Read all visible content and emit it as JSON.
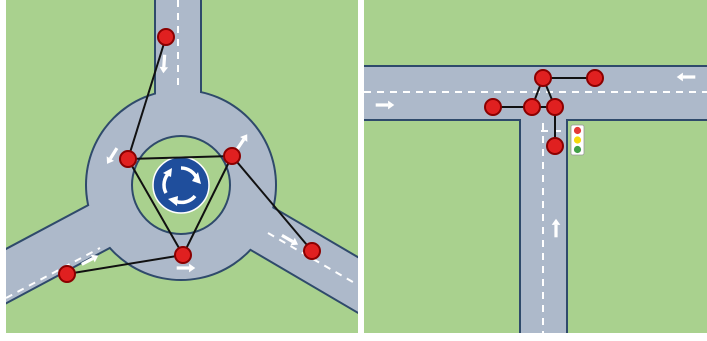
{
  "diagram": {
    "panels": [
      {
        "key": "roundabout",
        "kind": "roundabout"
      },
      {
        "key": "t_junction",
        "kind": "t-junction-with-traffic-light"
      }
    ],
    "colors": {
      "background": "#ffffff",
      "grass": "#a9d18e",
      "road": "#adb9ca",
      "road_edge": "#2f4a6b",
      "lane_marking": "#ffffff",
      "node_fill": "#e02020",
      "node_stroke": "#8b0000",
      "edge": "#111111",
      "sign_blue": "#1f4e9c",
      "traffic_light_body": "#ffffff",
      "light_red": "#e53935",
      "light_yellow": "#f5d90a",
      "light_green": "#43a047"
    },
    "icons": [
      "roundabout-sign-icon",
      "traffic-light-icon",
      "direction-arrow-icon"
    ]
  }
}
